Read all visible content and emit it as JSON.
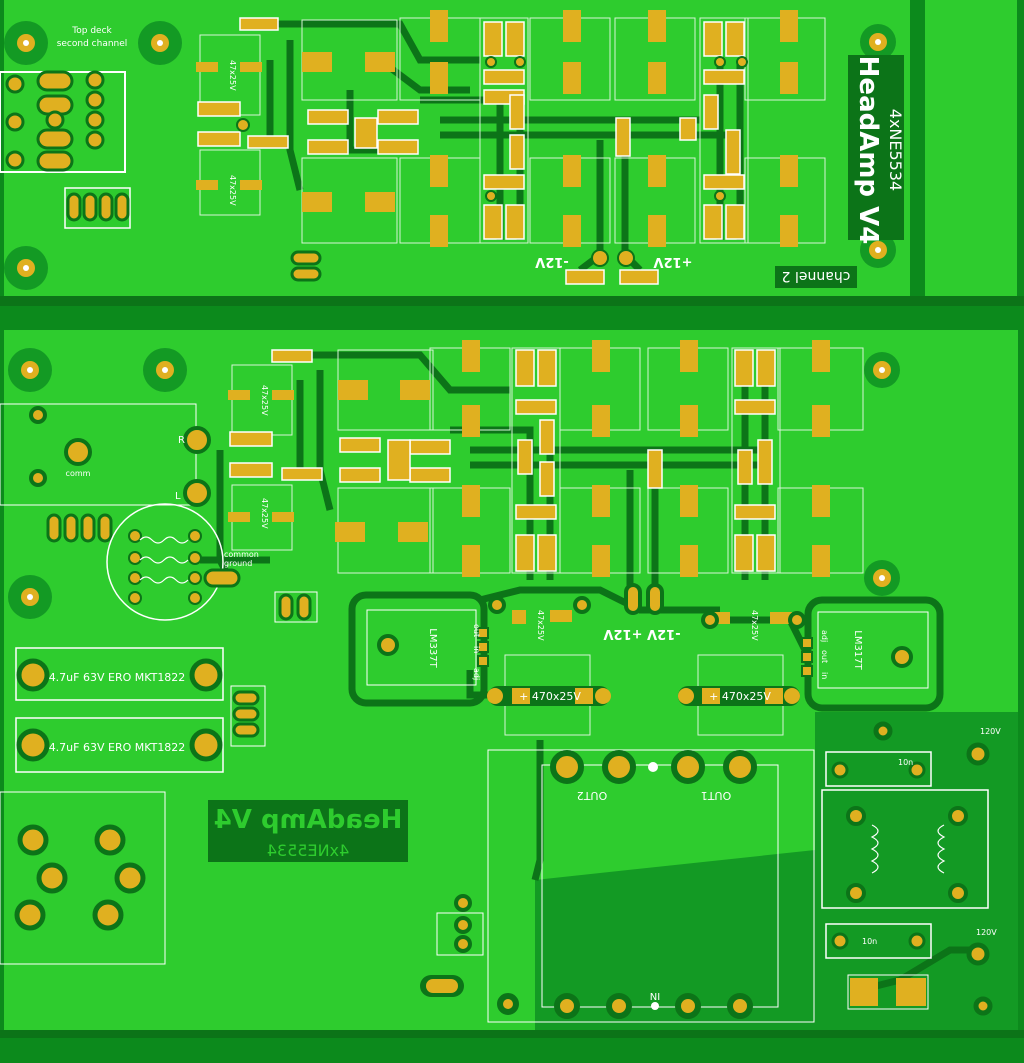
{
  "labels": {
    "top_deck": "Top deck",
    "second_channel": "second channel",
    "channel2": "channel 2",
    "headamp_top": "HeadAmp V4",
    "ic_top": "4xNE5534",
    "headamp_bottom": "HeadAmp V4",
    "ic_bottom": "4xNE5534",
    "minus12_top": "-12V",
    "plus12_top": "+12V",
    "v12_bottom": "-12V +12V",
    "comm": "comm",
    "R": "R",
    "L": "L",
    "common_ground": "common\nground",
    "cap1": "4.7uF 63V ERO MKT1822",
    "cap2": "4.7uF 63V ERO MKT1822",
    "lm_left": "LM337T",
    "lm_right": "LM317T",
    "adj": "adj",
    "in": "in",
    "out": "out",
    "c470_left": "+ 470x25V",
    "c470_right": "+ 470x25V",
    "c47_1": "47x25V",
    "c47_2": "47x25V",
    "c47_3": "47x25V",
    "c47_4": "47x25V",
    "out1": "OUT1",
    "out2": "OUT2",
    "ni": "NI",
    "v120_top": "120V",
    "v120_bottom": "120V",
    "c10n_top": "10n",
    "c10n_bottom": "10n"
  },
  "colors": {
    "board": "#0c8a1c",
    "copper": "#2ecc2e",
    "trace": "#0c7418",
    "pad": "#e0b020",
    "silkscreen": "#ffffff"
  }
}
